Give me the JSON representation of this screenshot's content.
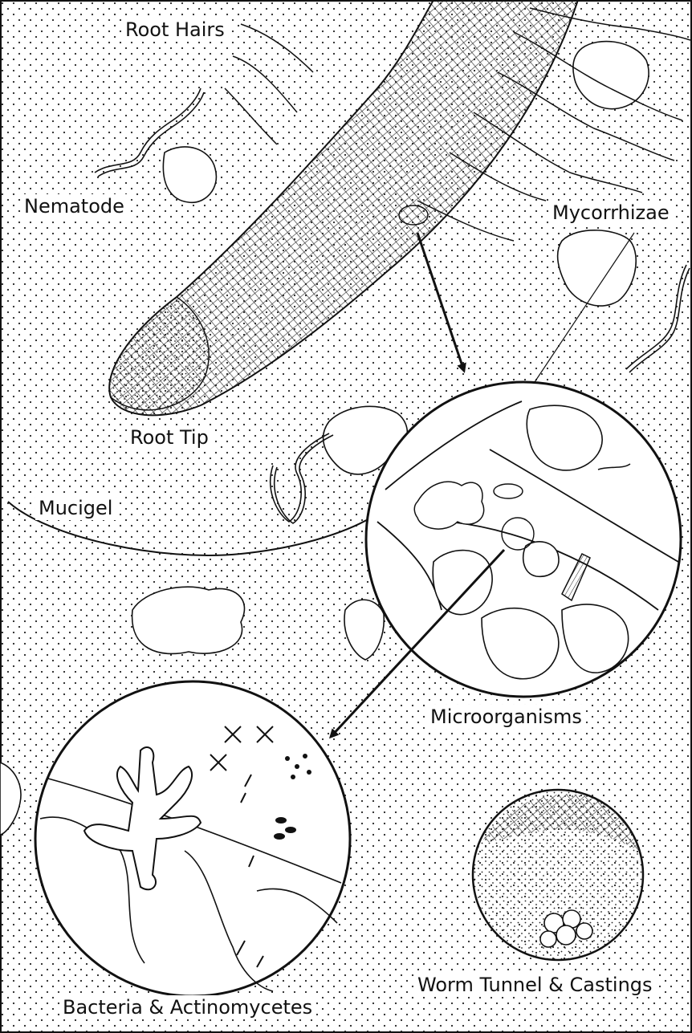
{
  "labels": {
    "root_hairs": "Root Hairs",
    "nematode": "Nematode",
    "mycorrhizae": "Mycorrhizae",
    "root_tip": "Root Tip",
    "mucigel": "Mucigel",
    "microorganisms": "Microorganisms",
    "worm_tunnel": "Worm Tunnel & Castings",
    "bacteria": "Bacteria & Actinomycetes"
  },
  "colors": {
    "ink": "#111111",
    "paper": "#ffffff"
  }
}
